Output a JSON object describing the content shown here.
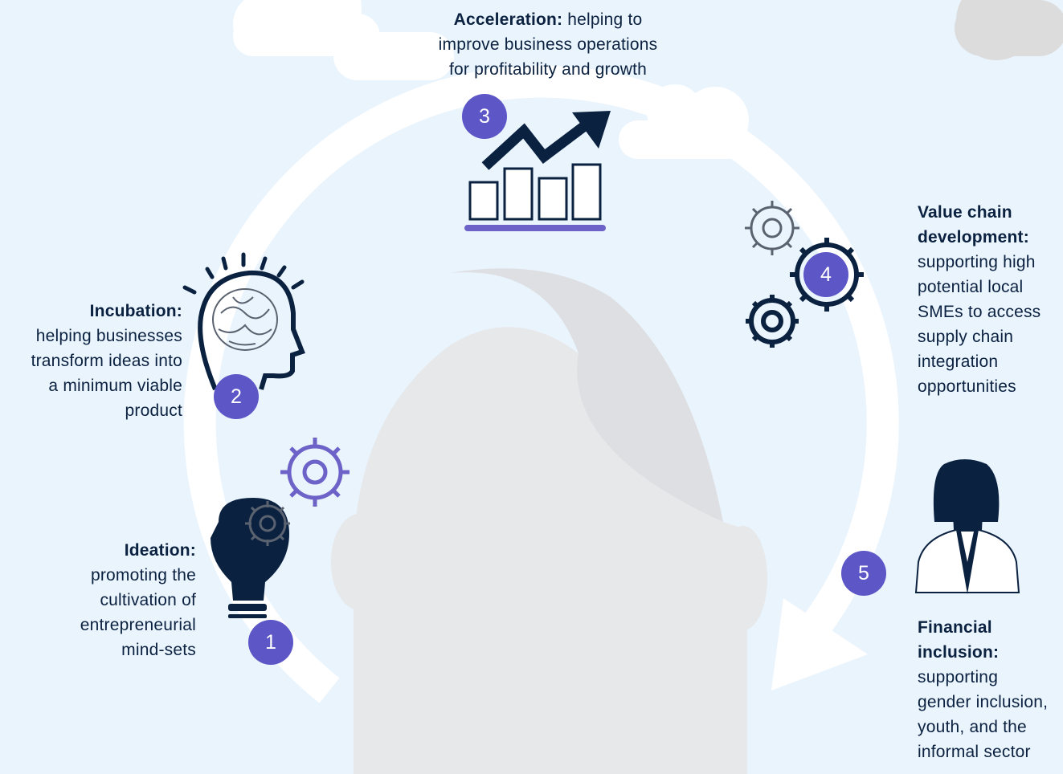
{
  "colors": {
    "background": "#eaf4fd",
    "cycle_arrow": "#ffffff",
    "silhouette": "#e6e8ea",
    "badge": "#5c56c6",
    "icon_dark": "#0b2140",
    "accent": "#6c62c8"
  },
  "stages": [
    {
      "number": "1",
      "title": "Ideation:",
      "description_lines": [
        "promoting the",
        "cultivation of",
        "entrepreneurial",
        "mind-sets"
      ],
      "icon": "lightbulb-with-gears-icon"
    },
    {
      "number": "2",
      "title": "Incubation:",
      "description_lines": [
        "helping businesses",
        "transform ideas into",
        "a minimum viable",
        "product"
      ],
      "icon": "head-brain-icon"
    },
    {
      "number": "3",
      "title": "Acceleration:",
      "description_lines": [
        " helping to",
        "improve business operations",
        "for profitability and growth"
      ],
      "icon": "growth-chart-icon"
    },
    {
      "number": "4",
      "title_lines": [
        "Value chain",
        "development:"
      ],
      "description_lines": [
        "supporting high",
        "potential local",
        "SMEs to access",
        "supply chain",
        "integration",
        "opportunities"
      ],
      "icon": "gears-icon"
    },
    {
      "number": "5",
      "title_lines": [
        "Financial",
        "inclusion:"
      ],
      "description_lines": [
        "supporting",
        "gender inclusion,",
        "youth, and the",
        "informal sector"
      ],
      "icon": "businesswoman-icon"
    }
  ]
}
